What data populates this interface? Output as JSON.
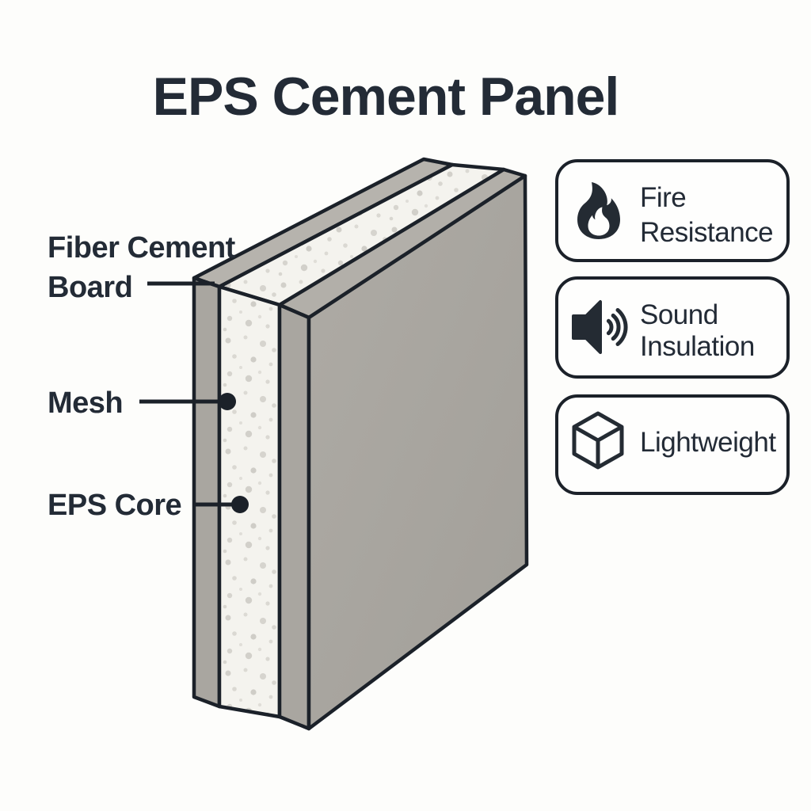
{
  "title": "EPS Cement Panel",
  "panel": {
    "labels": {
      "fiber_cement_board_line1": "Fiber Cement",
      "fiber_cement_board_line2": "Board",
      "mesh": "Mesh",
      "eps_core": "EPS Core"
    }
  },
  "features": [
    {
      "icon": "flame-icon",
      "lines": [
        "Fire",
        "Resistance"
      ]
    },
    {
      "icon": "speaker-icon",
      "lines": [
        "Sound",
        "Insulation"
      ]
    },
    {
      "icon": "cube-icon",
      "lines": [
        "Lightweight"
      ]
    }
  ],
  "colors": {
    "ink": "#1b2129",
    "text": "#232b36",
    "front_gray": "#a8a5a0",
    "top_gray": "#b6b3ad",
    "cap_gray": "#a9a6a0",
    "eps_white": "#f4f3ee",
    "background": "#fdfdfb"
  }
}
